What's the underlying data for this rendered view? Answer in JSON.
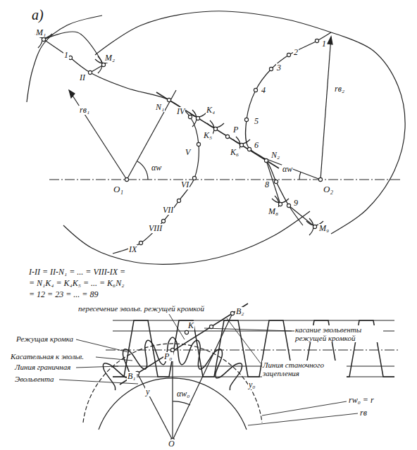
{
  "diagram": {
    "labels": [
      "а)",
      "M₁",
      "1",
      "M₂",
      "II",
      "N₁",
      "IV",
      "K₄",
      "K₅",
      "P",
      "5",
      "4",
      "3",
      "2",
      "1",
      "rв₂",
      "rв₁",
      "O₁",
      "αw",
      "O₂",
      "αw",
      "V",
      "VI",
      "VII",
      "VIII",
      "IX",
      "K₆",
      "6",
      "N₂",
      "8",
      "M₈",
      "9",
      "M₉",
      "I-II = II-N₁ = ... = VIII-IX =",
      "= N₁K₄ = K₄K₅ = ... = K₆N₂",
      "= 12 = 23 = ... = 89",
      "пересечение эвольв. режущей кромкой",
      "касание эвольвенты режущей кромкой",
      "Режущая кромка",
      "Касательная к эвольв.",
      "Линия граничная",
      "Эвольвента",
      "Линия станочного зацепления",
      "В₂",
      "K",
      "P₀",
      "В₁",
      "y",
      "y₀",
      "αw₀",
      "rw₀ = r",
      "rв",
      "O"
    ]
  }
}
